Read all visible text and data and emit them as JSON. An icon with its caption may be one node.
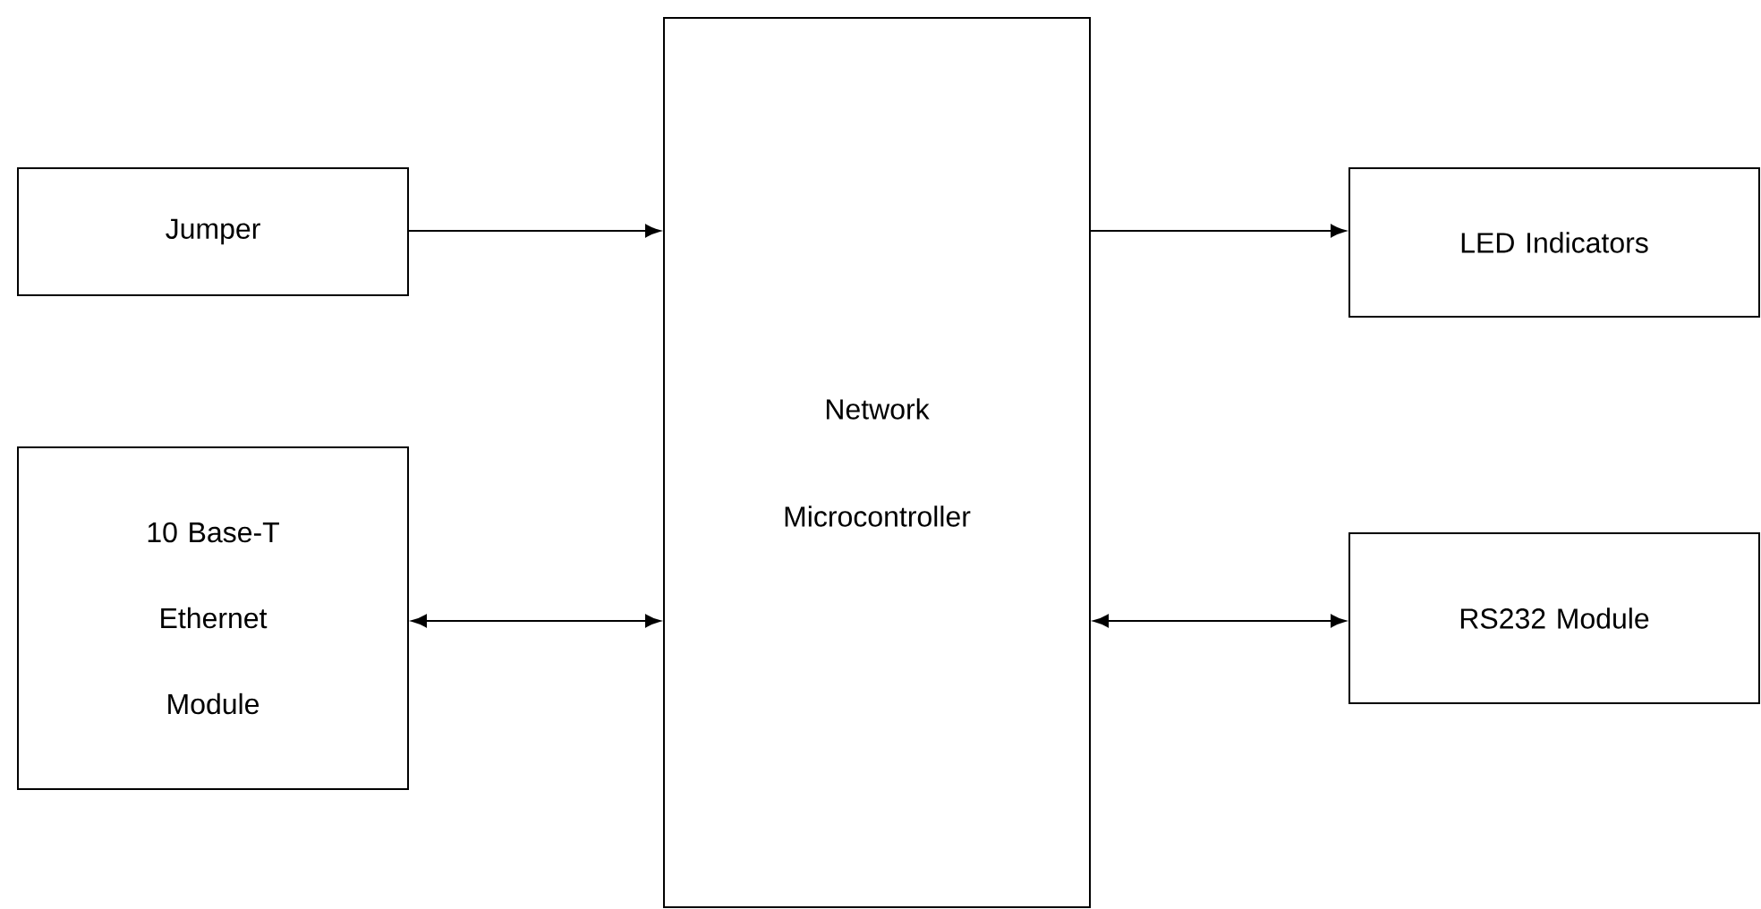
{
  "diagram": {
    "nodes": [
      {
        "text": [
          "Jumper"
        ]
      },
      {
        "text": [
          "10 Base-T Ethernet Module"
        ]
      },
      {
        "text": [
          "Network Microcontroller"
        ]
      },
      {
        "text": [
          "LED Indicators"
        ]
      },
      {
        "text": [
          "RS232 Module"
        ]
      }
    ],
    "edges": [
      {
        "from": 0,
        "to": 2,
        "arrow": "to"
      },
      {
        "from": 1,
        "to": 2,
        "arrow": "both"
      },
      {
        "from": 2,
        "to": 3,
        "arrow": "to"
      },
      {
        "from": 2,
        "to": 4,
        "arrow": "both"
      }
    ]
  }
}
